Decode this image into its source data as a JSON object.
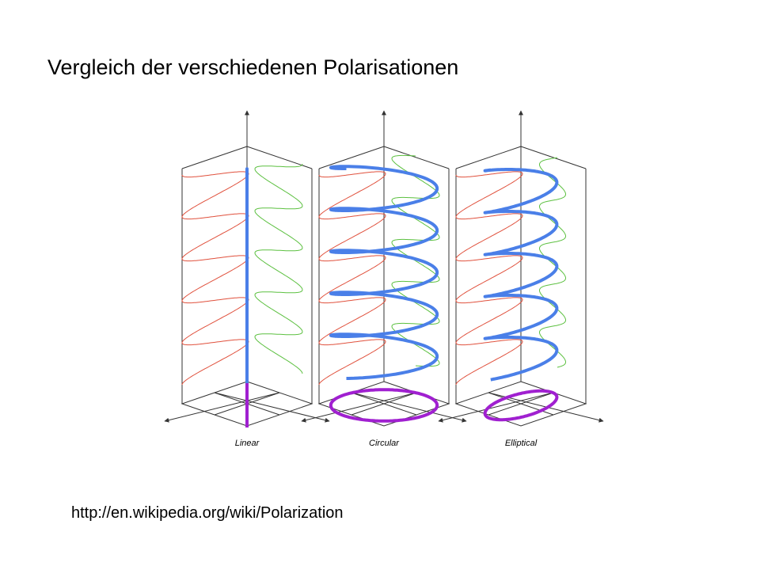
{
  "slide": {
    "title": "Vergleich der verschiedenen Polarisationen",
    "source_url": "http://en.wikipedia.org/wiki/Polarization"
  },
  "diagram": {
    "panels": [
      {
        "label": "Linear",
        "type": "linear"
      },
      {
        "label": "Circular",
        "type": "circular"
      },
      {
        "label": "Elliptical",
        "type": "elliptical"
      }
    ],
    "colors": {
      "x_component": "#e0503c",
      "y_component": "#5cc040",
      "resultant": "#4a7fe8",
      "projection": "#a020d0",
      "frame": "#333333"
    }
  }
}
